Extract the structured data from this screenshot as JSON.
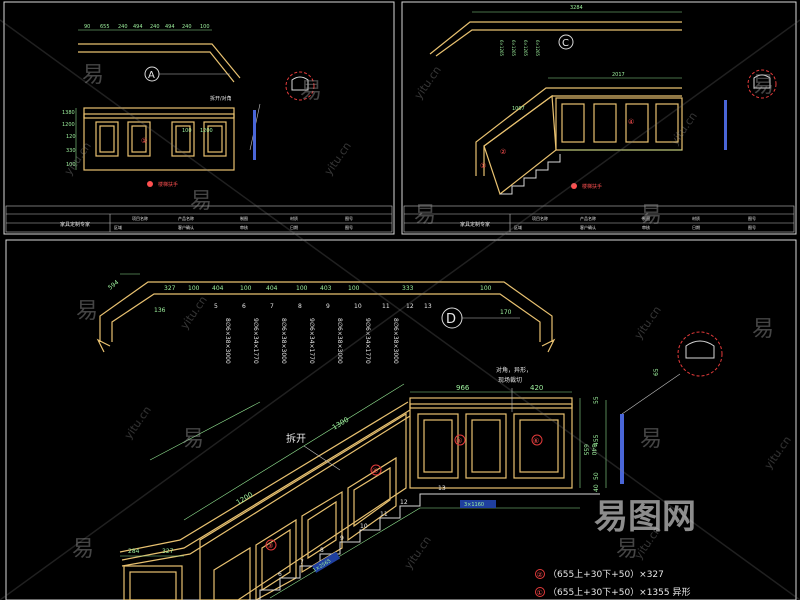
{
  "sheet_a": {
    "marker": "A",
    "plan_dims": [
      "90",
      "655",
      "240",
      "494",
      "240",
      "494",
      "240",
      "100"
    ],
    "side_dims": [
      "1380",
      "1200",
      "120",
      "330",
      "100"
    ],
    "bottom_dims": [
      "100",
      "1200"
    ],
    "panel_numbers": [
      "①",
      "②"
    ],
    "note": "拆开/对角",
    "title_bar_label": "楼梯扶手",
    "company": "家具定制专家",
    "tb_row1": [
      "项目名称",
      "",
      "产品名称",
      "",
      "制图",
      "",
      "材质",
      "",
      "图号"
    ],
    "tb_row2": [
      "区域",
      "",
      "客户确认",
      "",
      "审核",
      "",
      "日期",
      "",
      "图号"
    ]
  },
  "sheet_c": {
    "marker": "C",
    "plan_top": "3284",
    "rail_dims": [
      "2017",
      "1007"
    ],
    "vert_labels": [
      "6×1265",
      "6×1265",
      "6×1265",
      "6×1265"
    ],
    "panel_numbers": [
      "①",
      "②",
      "③",
      "④"
    ],
    "title_bar_label": "楼梯扶手",
    "company": "家具定制专家",
    "tb_row1": [
      "项目名称",
      "",
      "产品名称",
      "",
      "制图",
      "",
      "材质",
      "",
      "图号"
    ],
    "tb_row2": [
      "区域",
      "",
      "客户确认",
      "",
      "审核",
      "",
      "日期",
      "",
      "图号"
    ]
  },
  "sheet_d": {
    "marker": "D",
    "plan_dims": [
      "594",
      "327",
      "100",
      "404",
      "100",
      "404",
      "100",
      "403",
      "100",
      "333",
      "100"
    ],
    "side_dims": [
      "136",
      "170"
    ],
    "post_numbers": [
      "5",
      "6",
      "7",
      "8",
      "9",
      "10",
      "11",
      "12",
      "13"
    ],
    "vert_labels": [
      "8∅6×38×3000",
      "9∅6×34×1770",
      "8∅6×38×3000",
      "9∅6×34×1770",
      "8∅6×38×3000",
      "9∅6×34×1770",
      "8∅6×38×3000"
    ],
    "elev_top_dims": [
      "966",
      "420"
    ],
    "elev_rail_dim": "1300",
    "left_dims": [
      "1200"
    ],
    "bottom_dims": [
      "284",
      "327"
    ],
    "side_heights": [
      "655",
      "840"
    ],
    "step_numbers": [
      "13",
      "12",
      "11",
      "10",
      "9",
      "8",
      "7",
      "6"
    ],
    "rise_label": "3×1160",
    "run_label": "1×2565",
    "panel_numbers": [
      "③",
      "④",
      "⑤",
      "⑥"
    ],
    "split_label": "拆开",
    "callout": [
      "对角，异形，",
      "现场裁切"
    ],
    "legend": [
      {
        "marker": "②",
        "text": "（655上+30下+50）×327"
      },
      {
        "marker": "①",
        "text": "（655上+30下+50）×1355  异形"
      }
    ],
    "detail_dims": [
      "55",
      "455",
      "50",
      "40"
    ],
    "detail_tag": "65"
  },
  "watermark": {
    "site_cn": "易图网",
    "site_en": "yitu.cn",
    "glyph": "易"
  }
}
